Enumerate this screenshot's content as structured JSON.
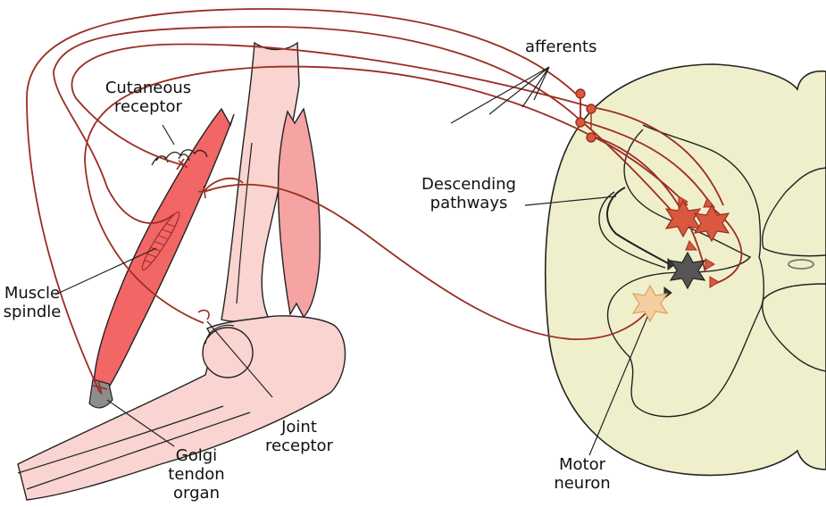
{
  "labels": {
    "afferents": "afferents",
    "cutaneous_receptor": [
      "Cutaneous",
      "receptor"
    ],
    "descending_pathways": [
      "Descending",
      "pathways"
    ],
    "muscle_spindle": [
      "Muscle",
      "spindle"
    ],
    "joint_receptor": [
      "Joint",
      "receptor"
    ],
    "golgi_tendon_organ": [
      "Golgi",
      "tendon",
      "organ"
    ],
    "motor_neuron": [
      "Motor",
      "neuron"
    ]
  },
  "colors": {
    "nerve": "#9b2d22",
    "muscle_red": "#f26666",
    "muscle_pink": "#f5a3a3",
    "bone": "#f9d4d0",
    "spinal_cord": "#f0efcc",
    "interneuron": "#d9583e",
    "motor_neuron": "#f5cfa0",
    "inhibitory_neuron": "#555555",
    "golgi_organ": "#8c8c8c"
  },
  "icons": [
    "interneuron-star-icon",
    "motor-neuron-star-icon",
    "synapse-terminal-icon",
    "receptor-ending-icon"
  ]
}
